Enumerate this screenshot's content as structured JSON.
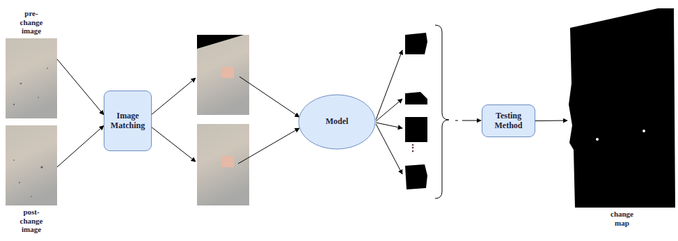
{
  "diagram": {
    "nodes": [
      {
        "text": [
          "pre-change image"
        ]
      },
      {
        "text": [
          "post-change image"
        ]
      },
      {
        "text": [
          "Image Matching"
        ]
      },
      {
        "text": [
          "Model"
        ]
      },
      {
        "text": [
          "Testing Method"
        ]
      },
      {
        "text": [
          "change map"
        ]
      }
    ],
    "edges": [
      {
        "from": 0,
        "to": 2,
        "arrow": "to"
      },
      {
        "from": 1,
        "to": 2,
        "arrow": "to"
      },
      {
        "from": 4,
        "to": 5,
        "arrow": "to"
      }
    ],
    "labels": [
      "⋮"
    ]
  }
}
